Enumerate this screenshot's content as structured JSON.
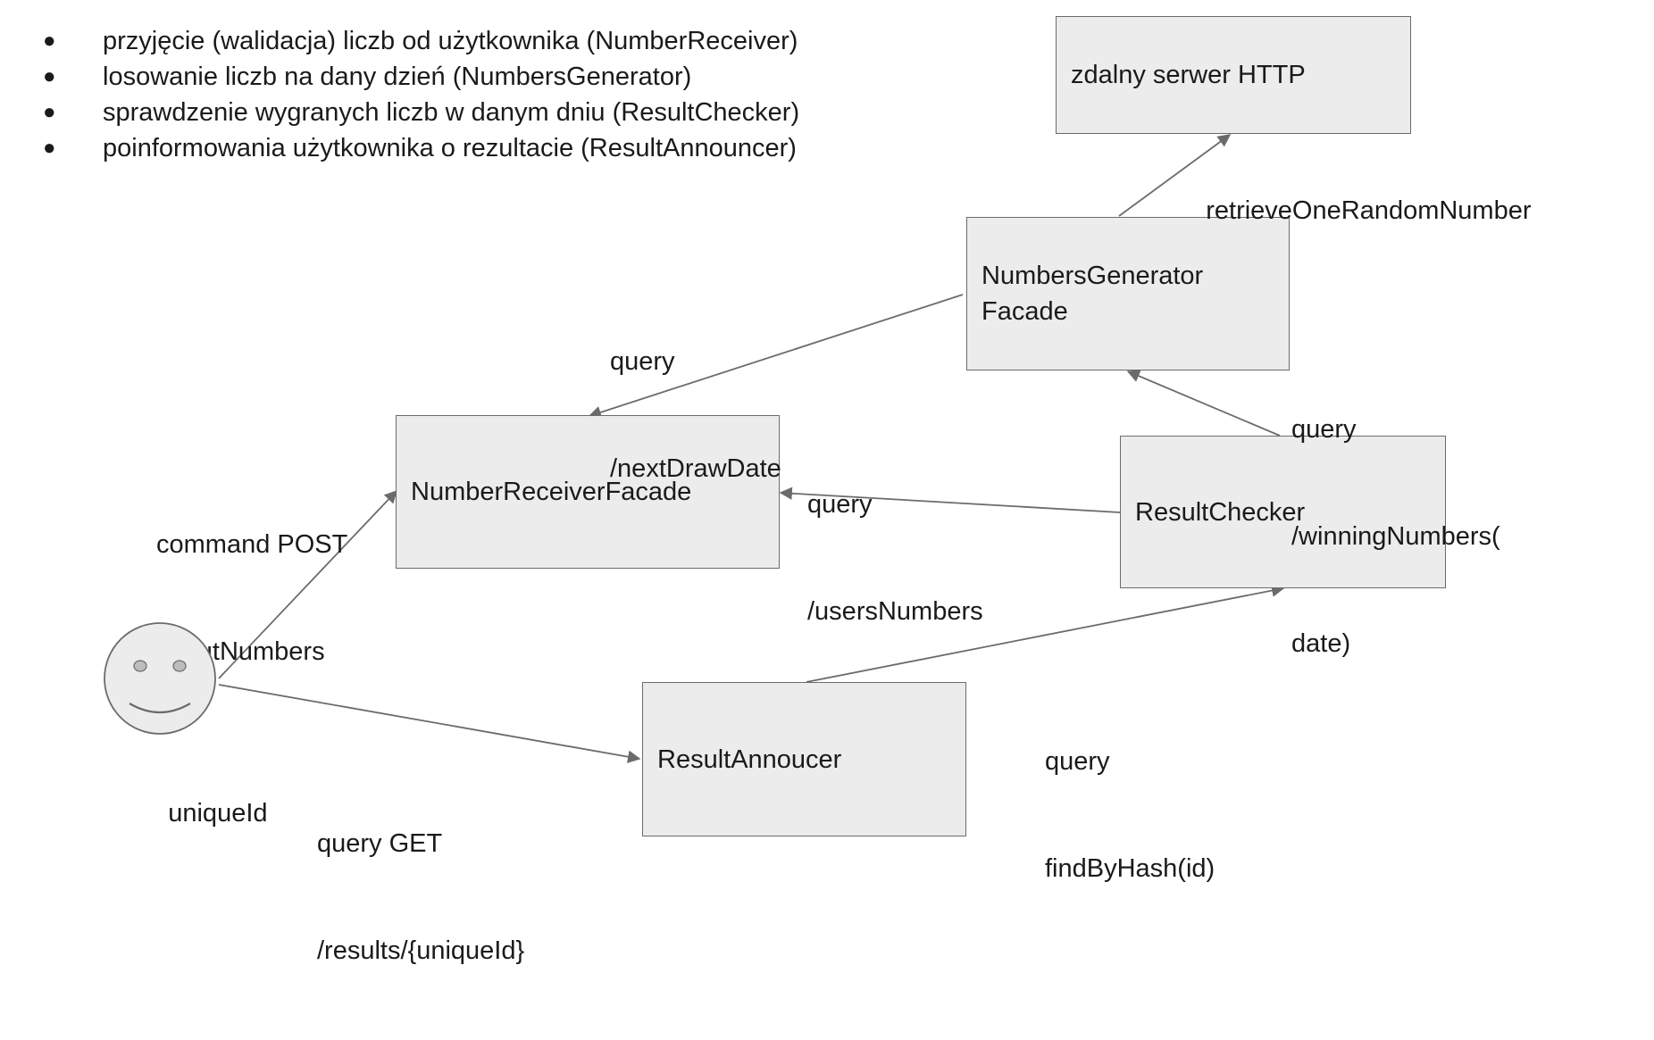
{
  "bullets": [
    "przyjęcie (walidacja) liczb od użytkownika (NumberReceiver)",
    "losowanie liczb na dany dzień (NumbersGenerator)",
    "sprawdzenie wygranych liczb w danym dniu (ResultChecker)",
    "poinformowania użytkownika o rezultacie (ResultAnnouncer)"
  ],
  "bullet_symbol": "●",
  "boxes": {
    "http_server": "zdalny serwer HTTP",
    "numbers_generator_line1": "NumbersGenerator",
    "numbers_generator_line2": "Facade",
    "number_receiver": "NumberReceiverFacade",
    "result_checker": "ResultChecker",
    "result_announcer": "ResultAnnoucer"
  },
  "edges": {
    "retrieve": "retrieveOneRandomNumber",
    "next_draw_l1": "query",
    "next_draw_l2": "/nextDrawDate",
    "winning_l1": "query",
    "winning_l2": "/winningNumbers(",
    "winning_l3": "date)",
    "users_numbers_l1": "query",
    "users_numbers_l2": "/usersNumbers",
    "input_l1": "command POST",
    "input_l2": "/inputNumbers",
    "find_hash_l1": "query",
    "find_hash_l2": "findByHash(id)",
    "results_l1": "query GET",
    "results_l2": "/results/{uniqueId}"
  },
  "user_label": "uniqueId",
  "colors": {
    "box_fill": "#ececec",
    "box_border": "#6b6b6b",
    "line": "#6b6b6b",
    "face_fill": "#ececec"
  }
}
